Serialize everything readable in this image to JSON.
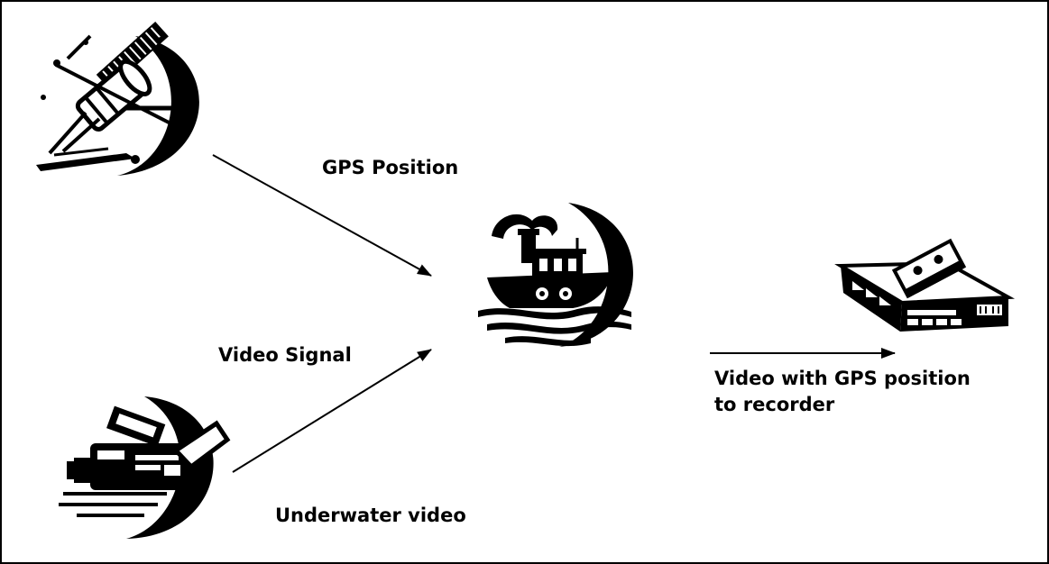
{
  "labels": {
    "gps_position": "GPS Position",
    "video_signal": "Video Signal",
    "underwater_video": "Underwater video",
    "recorder_line1": "Video with GPS position",
    "recorder_line2": "to recorder"
  },
  "icons": {
    "satellite": "satellite-icon",
    "ship": "tugboat-icon",
    "camera": "video-camera-icon",
    "recorder": "video-recorder-icon"
  },
  "colors": {
    "ink": "#000000",
    "background": "#ffffff"
  }
}
